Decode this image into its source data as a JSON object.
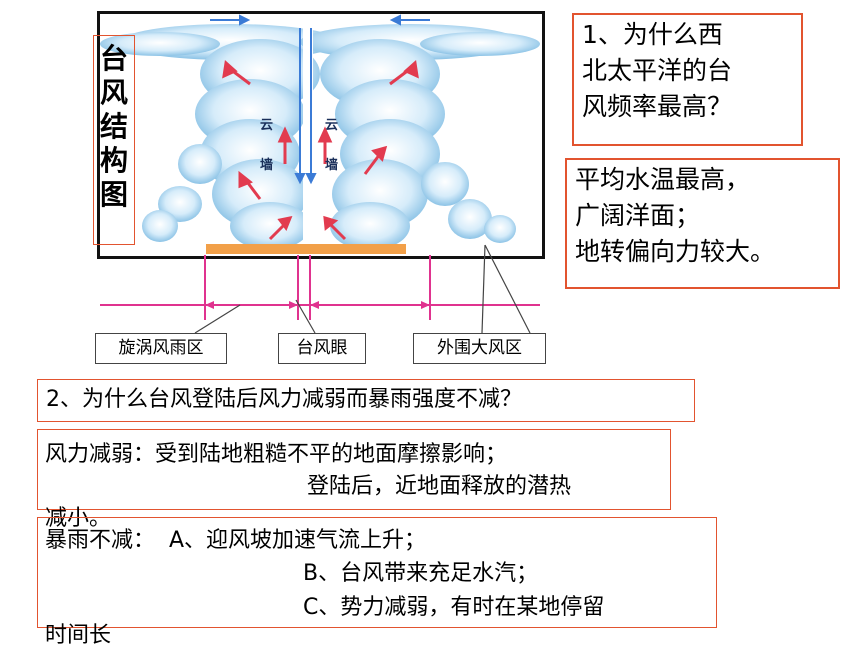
{
  "diagram": {
    "title_chars": [
      "台",
      "风",
      "结",
      "构",
      "图"
    ],
    "cloud_wall_label_left": "云\n墙",
    "cloud_wall_label_right": "云\n墙",
    "region_labels": {
      "spiral_rain_zone": "旋涡风雨区",
      "typhoon_eye": "台风眼",
      "outer_gale_zone": "外围大风区"
    },
    "colors": {
      "cloud": "#cfe8f8",
      "cloud_edge": "#7fb9e0",
      "arrow": "#e23b4f",
      "blue_arrow": "#3b7bd6",
      "ocean": "#f2a049",
      "measure_line": "#e0338f",
      "box_border": "#e2542f"
    }
  },
  "question1": {
    "lines": [
      "1、为什么西",
      "北太平洋的台",
      "风频率最高？"
    ]
  },
  "answer1": {
    "lines": [
      "平均水温最高，",
      "广阔洋面；",
      "地转偏向力较大。"
    ]
  },
  "question2": {
    "text": "2、为什么台风登陆后风力减弱而暴雨强度不减？"
  },
  "answer2": {
    "line1": "风力减弱：受到陆地粗糙不平的地面摩擦影响；",
    "line2": "登陆后，近地面释放的潜热",
    "line3": "减小。"
  },
  "answer3": {
    "line1": "暴雨不减：  A、迎风坡加速气流上升；",
    "line2": "B、台风带来充足水汽；",
    "line3": "C、势力减弱，有时在某地停留",
    "line4": "时间长"
  }
}
